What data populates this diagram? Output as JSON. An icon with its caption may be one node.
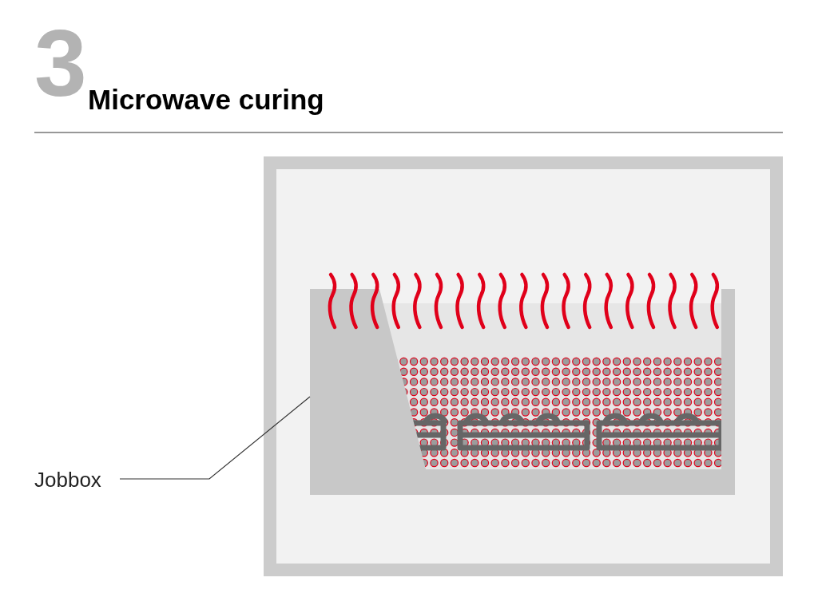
{
  "diagram": {
    "title": "Microwave curing",
    "nodes": [
      {
        "text": [
          "Jobbox"
        ]
      },
      {
        "text": [],
        "shape": "box"
      }
    ],
    "edges": [
      {
        "from": 0,
        "to": 1,
        "arrow": "none"
      }
    ],
    "labels": [
      "3"
    ]
  }
}
